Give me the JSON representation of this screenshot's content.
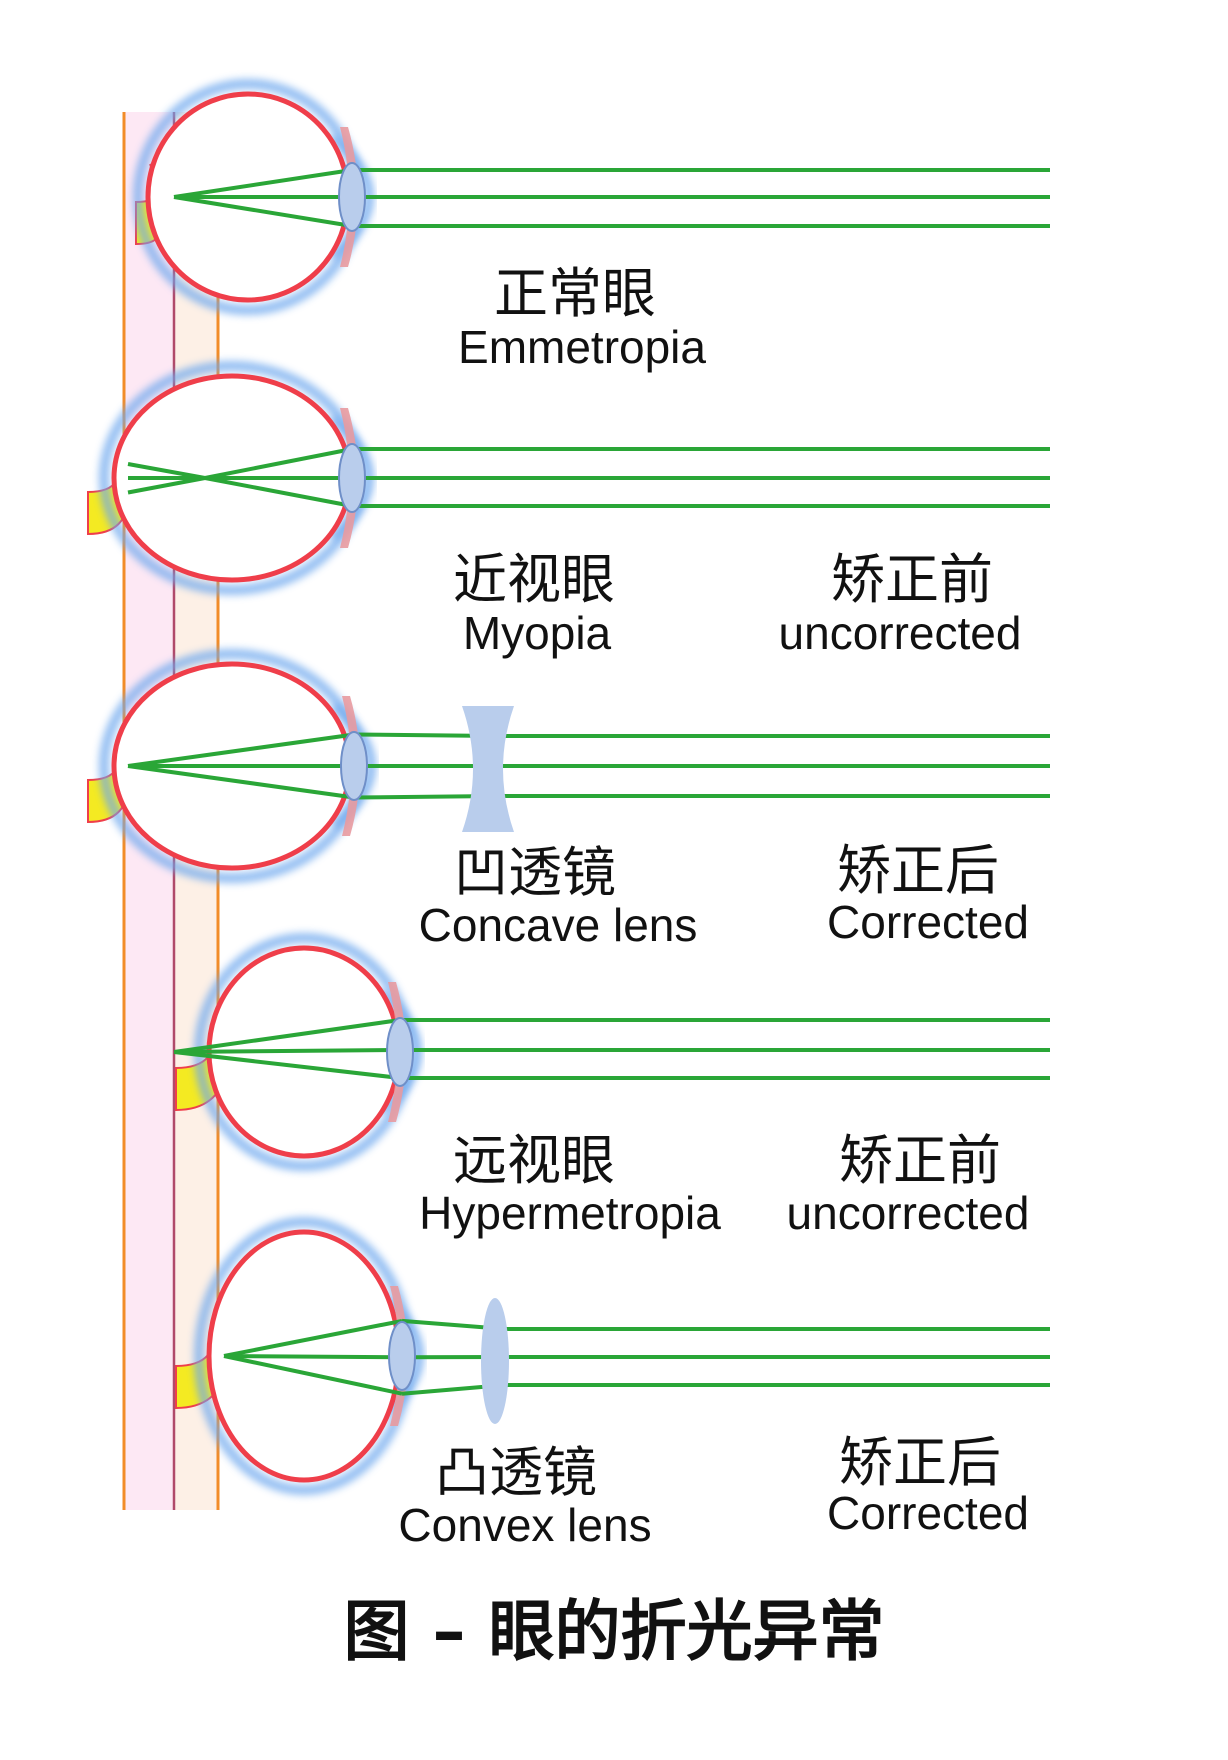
{
  "colors": {
    "sclera": "#ef3e4a",
    "halo": "#6ea8ee",
    "ray": "#2aa637",
    "lens": "#b9cdec",
    "optic_nerve": "#f4ea22",
    "skull_orange": "#f28c28",
    "skull_pink": "#fde8f4",
    "skull_peach": "#fdf0e6",
    "cornea": "#e89aa0"
  },
  "rows": [
    {
      "id": "emmetropia",
      "name_zh": "正常眼",
      "name_en": "Emmetropia",
      "state_zh": "",
      "state_en": "",
      "corrective_lens": ""
    },
    {
      "id": "myopia",
      "name_zh": "近视眼",
      "name_en": "Myopia",
      "state_zh": "矫正前",
      "state_en": "uncorrected",
      "corrective_lens": ""
    },
    {
      "id": "myopia-corrected",
      "name_zh": "凹透镜",
      "name_en": "Concave lens",
      "state_zh": "矫正后",
      "state_en": "Corrected",
      "corrective_lens": "concave"
    },
    {
      "id": "hypermetropia",
      "name_zh": "远视眼",
      "name_en": "Hypermetropia",
      "state_zh": "矫正前",
      "state_en": "uncorrected",
      "corrective_lens": ""
    },
    {
      "id": "hypermetropia-corrected",
      "name_zh": "凸透镜",
      "name_en": "Convex lens",
      "state_zh": "矫正后",
      "state_en": "Corrected",
      "corrective_lens": "convex"
    }
  ],
  "caption": "图 – 眼的折光异常"
}
